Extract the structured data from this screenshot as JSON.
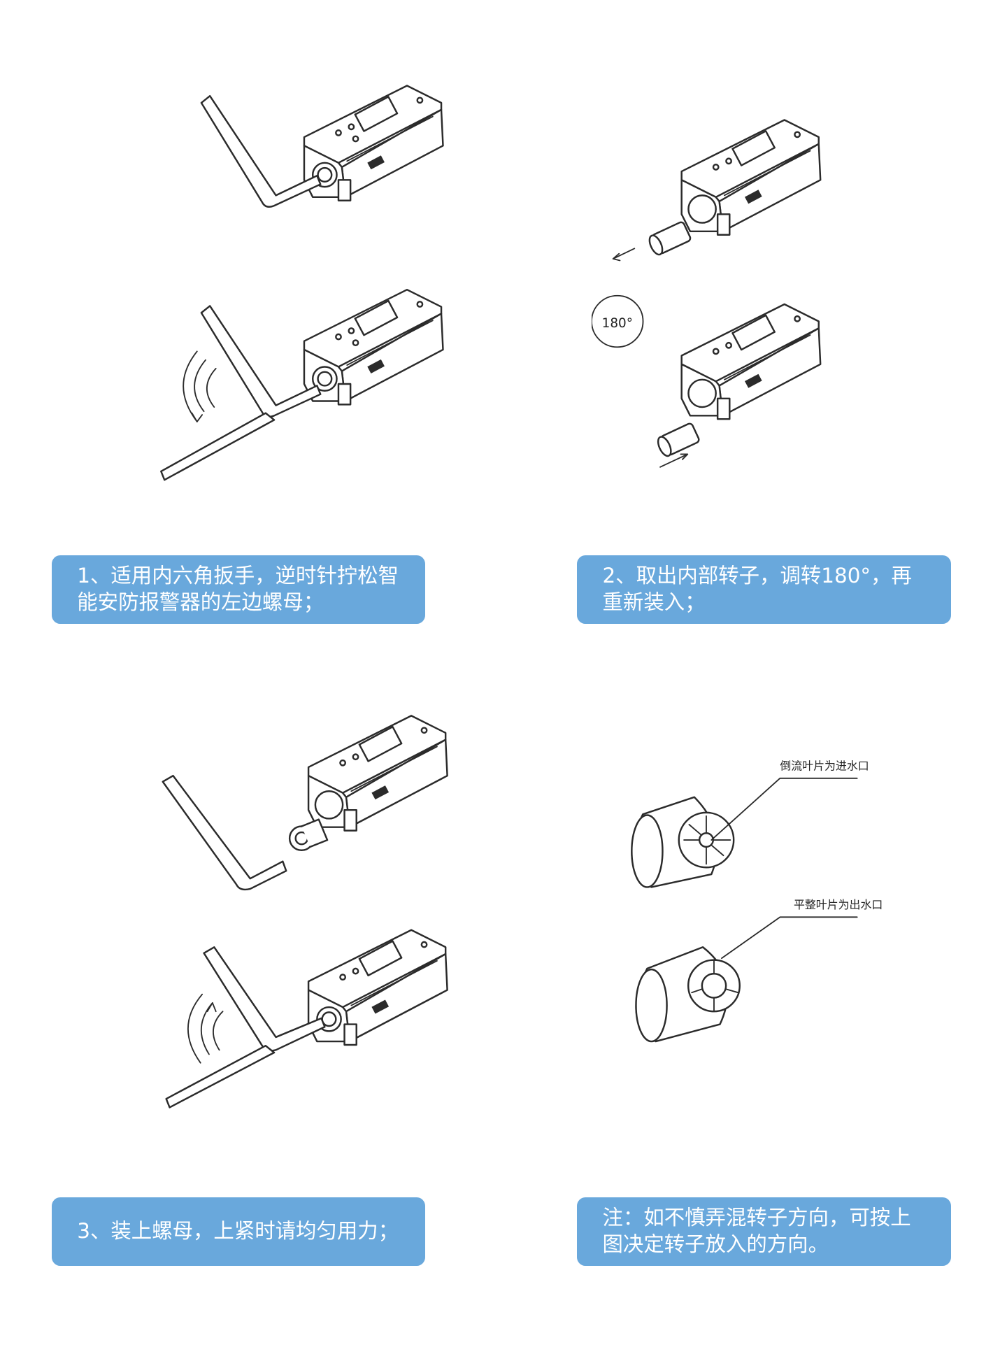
{
  "steps": [
    {
      "text": "1、适用内六角扳手，逆时针拧松智能安防报警器的左边螺母；"
    },
    {
      "text": "2、取出内部转子，调转180°，再重新装入；"
    },
    {
      "text": "3、装上螺母，上紧时请均匀用力；"
    },
    {
      "text": "注：如不慎弄混转子方向，可按上图决定转子放入的方向。"
    }
  ],
  "diagram": {
    "rotation_label": "180°",
    "rotor_inlet_label": "倒流叶片为进水口",
    "rotor_outlet_label": "平整叶片为出水口"
  },
  "colors": {
    "caption_bg": "#69a8dc",
    "caption_text": "#ffffff",
    "line": "#2b2b2b"
  }
}
